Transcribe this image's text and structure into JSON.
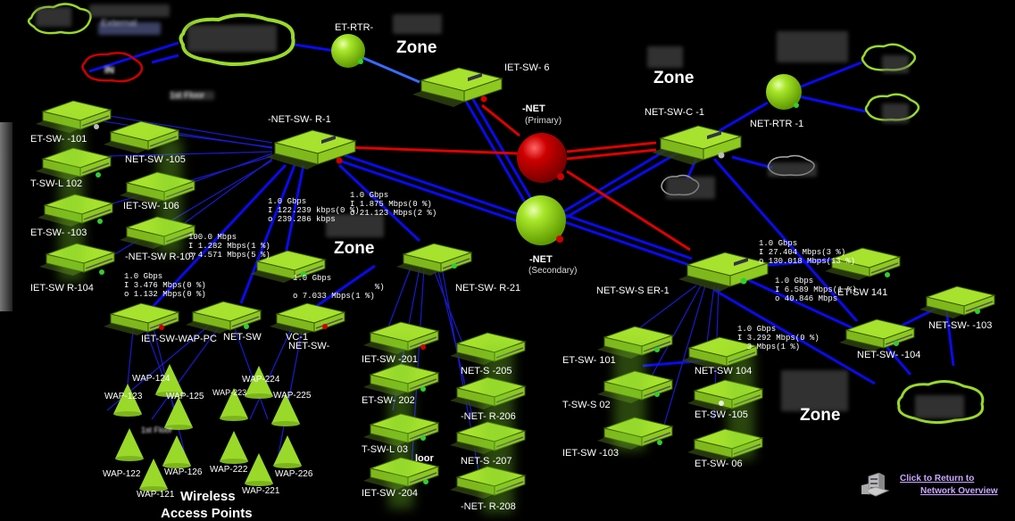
{
  "zones": [
    {
      "id": "zone-top",
      "label": "Zone"
    },
    {
      "id": "zone-right",
      "label": "Zone"
    },
    {
      "id": "zone-mid",
      "label": "Zone"
    },
    {
      "id": "zone-bottom",
      "label": "Zone"
    }
  ],
  "floor_labels": {
    "first_floor_top": "1st Floor",
    "floor_small": "loor",
    "wap_first": "1st Floor"
  },
  "core": {
    "primary": {
      "name": "-NET",
      "role": "(Primary)",
      "status": "down",
      "color": "#c00000"
    },
    "secondary": {
      "name": "-NET",
      "role": "(Secondary)",
      "status": "up",
      "color": "#8fd400"
    }
  },
  "routers": [
    {
      "id": "rtr-top",
      "name": "ET-RTR-"
    },
    {
      "id": "rtr-right",
      "name": "NET-RTR          -1"
    }
  ],
  "clouds": [
    {
      "id": "cloud-ext-top",
      "label": "External",
      "color": "#9ad92a"
    },
    {
      "id": "cloud-center-top",
      "label": "",
      "color": "#9ad92a"
    },
    {
      "id": "cloud-red",
      "label": "IN",
      "color": "#cc0000"
    },
    {
      "id": "cloud-right-1",
      "label": "",
      "color": "#9ad92a"
    },
    {
      "id": "cloud-right-2",
      "label": "",
      "color": "#9ad92a"
    },
    {
      "id": "cloud-grey",
      "label": "",
      "color": "#aaaaaa"
    },
    {
      "id": "cloud-grey-2",
      "label": "",
      "color": "#aaaaaa"
    },
    {
      "id": "cloud-bottom-right",
      "label": "",
      "color": "#9ad92a"
    }
  ],
  "switches": {
    "top_center": "IET-SW-        6",
    "dist_left": "-NET-SW-      R-1",
    "dist_right": "NET-SW-C         -1",
    "dist_mid": "NET-SW-      R-21",
    "dist_lower_right": "NET-SW-S        ER-1",
    "left_col1": [
      "ET-SW-      -101",
      "T-SW-L      102",
      "ET-SW-      -103",
      "IET-SW      R-104"
    ],
    "left_col2": [
      "NET-SW        -105",
      "IET-SW-      106",
      "-NET-SW        R-107"
    ],
    "wap_switches": [
      "IET-SW-WAP-PC",
      "NET-SW",
      "VC-1",
      "NET-SW-"
    ],
    "mid_col1": [
      "IET-SW          -201",
      "ET-SW-          202",
      "T-SW-L          03",
      "IET-SW          -204"
    ],
    "mid_col2": [
      "NET-S         -205",
      "-NET-         R-206",
      "NET-S         -207",
      "-NET-         R-208"
    ],
    "right_col1": [
      "ET-SW-          101",
      "T-SW-S          02",
      "IET-SW          -103"
    ],
    "right_col2": [
      "NET-SW          104",
      "ET-SW          -105",
      "ET-SW-          06"
    ],
    "far_right": [
      "ET-SW          141",
      "NET-SW-      -103",
      "NET-SW-      -104"
    ]
  },
  "link_stats": [
    {
      "id": "stat-1",
      "speed": "1.0 Gbps",
      "in": "I 122.239 kbps(0 %)",
      "out": "o 239.286 kbps"
    },
    {
      "id": "stat-2",
      "speed": "1.0 Gbps",
      "in": "I 1.875 Mbps(0 %)",
      "out": "o 21.123 Mbps(2 %)"
    },
    {
      "id": "stat-3",
      "speed": "100.0 Mbps",
      "in": "I 1.282 Mbps(1 %)",
      "out": "o 4.571 Mbps(5 %)"
    },
    {
      "id": "stat-4",
      "speed": "1.0 Gbps",
      "in": "I 3.476 Mbps(0 %)",
      "out": "o 1.132 Mbps(0 %)"
    },
    {
      "id": "stat-5",
      "speed": "1.0 Gbps",
      "in": "                 %)",
      "out": "o 7.033 Mbps(1 %)"
    },
    {
      "id": "stat-6",
      "speed": "1.0 Gbps",
      "in": "I 27.404 Mbps(3 %)",
      "out": "o 130.018 Mbps(13 %)"
    },
    {
      "id": "stat-7",
      "speed": "1.0 Gbps",
      "in": "I 6.589 Mbps(1 %)",
      "out": "o 40.846 Mbps"
    },
    {
      "id": "stat-8",
      "speed": "1.0 Gbps",
      "in": "I 3.292 Mbps(0 %)",
      "out": "  3 Mbps(1 %)"
    }
  ],
  "waps": [
    "WAP-124",
    "WAP-123",
    "WAP-125",
    "WAP-122",
    "WAP-126",
    "WAP-121",
    "WAP-224",
    "WAP-223",
    "WAP-225",
    "WAP-222",
    "WAP-226",
    "WAP-221"
  ],
  "wireless_title": [
    "Wireless",
    "Access Points"
  ],
  "return_link": {
    "line1": "Click to Return to",
    "line2": "Network Overview",
    "icon": "building-icon"
  },
  "colors": {
    "device": "#a6e22e",
    "link": "#0000ee",
    "link_down": "#e00000",
    "status_up": "#33cc33",
    "status_down": "#cc0000"
  }
}
